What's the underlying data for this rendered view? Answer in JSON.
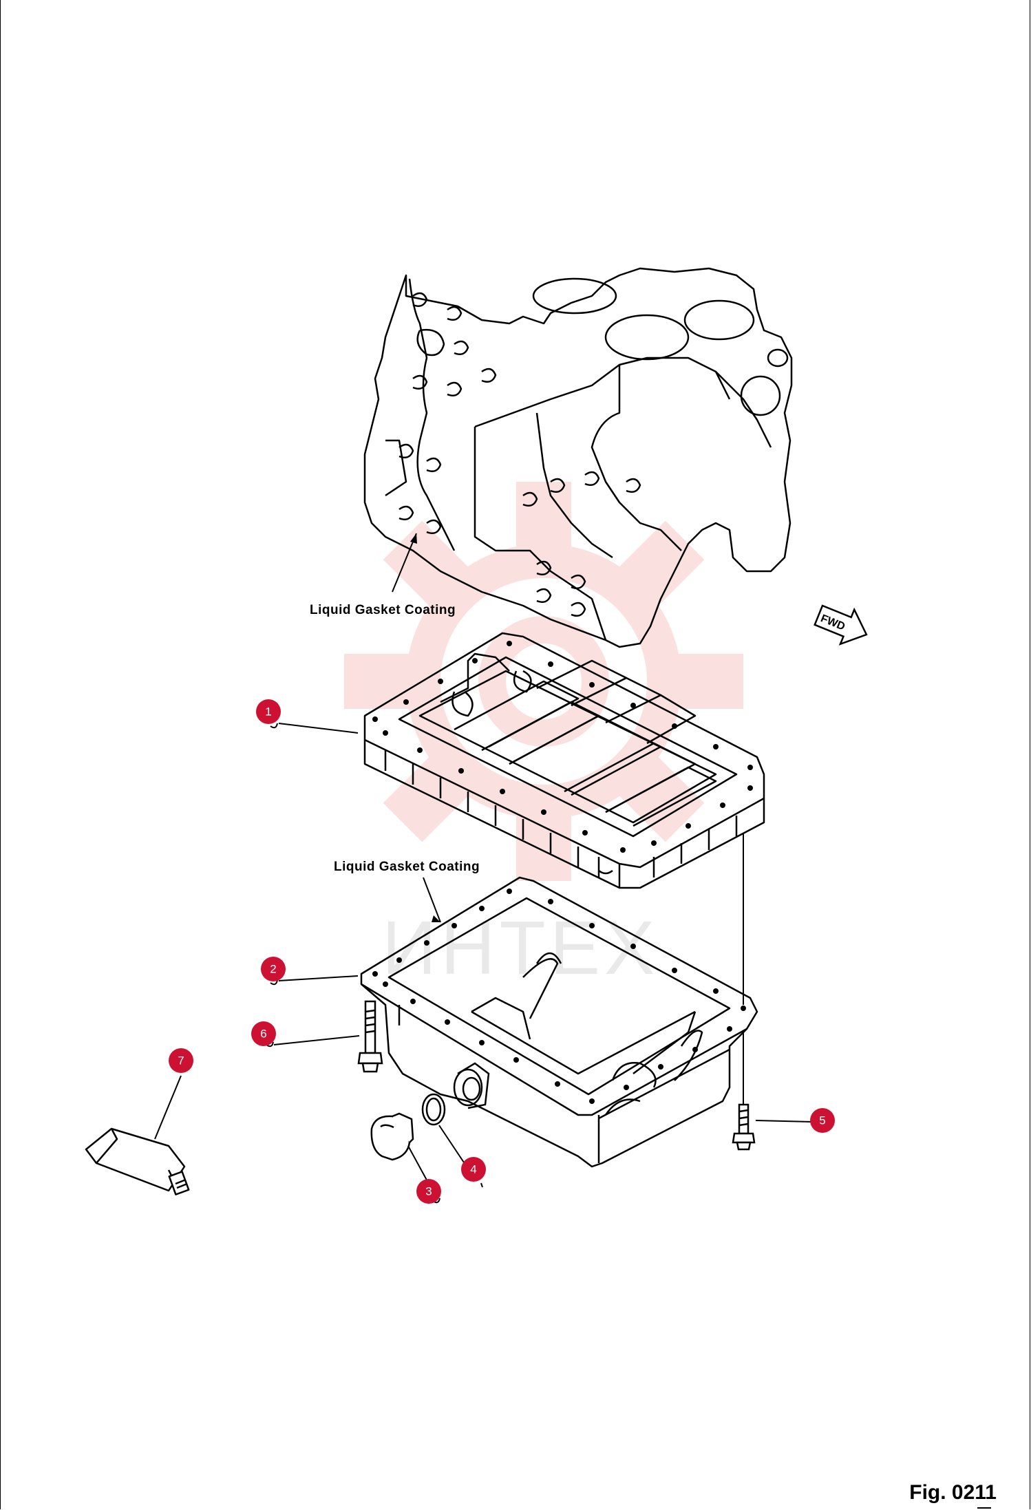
{
  "labels": {
    "gasket_coating_upper": "Liquid Gasket Coating",
    "gasket_coating_lower": "Liquid Gasket Coating",
    "fwd": "FWD",
    "figure": "Fig. 0211"
  },
  "watermark": {
    "text": "ИНТЕХ",
    "color": "#f6c4c4"
  },
  "callouts": [
    {
      "id": "1",
      "part": "oil-pan-upper"
    },
    {
      "id": "2",
      "part": "oil-pan-lower"
    },
    {
      "id": "3",
      "part": "drain-plug"
    },
    {
      "id": "4",
      "part": "gasket-ring"
    },
    {
      "id": "5",
      "part": "bolt-right"
    },
    {
      "id": "6",
      "part": "bolt-left"
    },
    {
      "id": "7",
      "part": "liquid-gasket-tube"
    }
  ],
  "colors": {
    "callout": "#cc1133",
    "line": "#000000"
  }
}
